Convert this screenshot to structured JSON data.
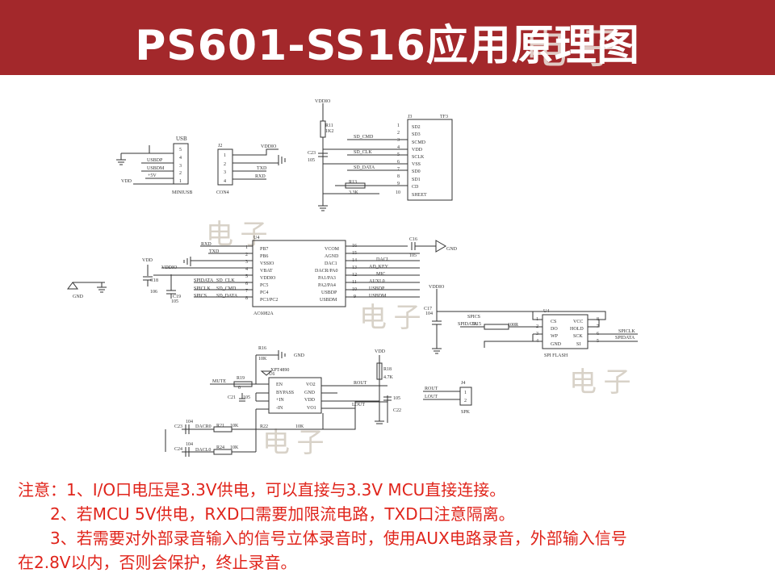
{
  "title": "PS601-SS16应用原理图",
  "watermark": {
    "top": "电 子",
    "mid1": "电 子",
    "mid2": "电 子",
    "mid3": "电 子",
    "low": "电 子"
  },
  "notes": {
    "line1": "注意：1、I/O口电压是3.3V供电，可以直接与3.3V MCU直接连接。",
    "line2": "2、若MCU 5V供电，RXD口需要加限流电路，TXD口注意隔离。",
    "line3": "3、若需要对外部录音输入的信号立体录音时，使用AUX电路录音，外部输入信号",
    "line4": "在2.8V以内，否则会保护，终止录音。"
  },
  "usb": {
    "ref": "USB",
    "name": "MINIUSB",
    "pins": [
      "5",
      "4",
      "3",
      "2",
      "1"
    ],
    "nets": [
      "USBDP",
      "USBDM",
      "+5V"
    ],
    "vdd": "VDD"
  },
  "j2": {
    "ref": "J2",
    "name": "CON4",
    "pins": [
      "1",
      "2",
      "3",
      "4"
    ],
    "nets": [
      "VDDIO",
      "TXD",
      "RXD"
    ]
  },
  "tf": {
    "ref": "J3",
    "name": "TF3",
    "pins": [
      "1",
      "2",
      "3",
      "4",
      "5",
      "6",
      "7",
      "8",
      "9",
      "10"
    ],
    "labels": [
      "SD2",
      "SD3",
      "SCMD",
      "VDD",
      "SCLK",
      "VSS",
      "SD0",
      "SD1",
      "CD",
      "SHEET"
    ],
    "nets": [
      "VDDIO",
      "R11",
      "1K2",
      "C23",
      "105",
      "SD_CMD",
      "SD_CLK",
      "SD_DATA",
      "R13",
      "3.3K"
    ]
  },
  "u4": {
    "ref": "U4",
    "name": "AC6082A",
    "left_pins": [
      "1",
      "2",
      "3",
      "4",
      "5",
      "6",
      "7",
      "8"
    ],
    "left_labels": [
      "PB7",
      "PB6",
      "VSSIO",
      "VBAT",
      "VDDIO",
      "PC5",
      "PC4",
      "PC3/PC2"
    ],
    "right_pins": [
      "16",
      "15",
      "14",
      "13",
      "12",
      "11",
      "10",
      "9"
    ],
    "right_labels": [
      "VCOM",
      "AGND",
      "DAC1",
      "DACR/PA0",
      "PA1/PA3",
      "PA2/PA4",
      "USBDP",
      "USBDM"
    ],
    "left_nets": [
      "RXD",
      "TXD",
      "VDDIO",
      "VDD",
      "SPIDATA",
      "SPICLK",
      "SPICS",
      "SD_CLK",
      "SD_CMD",
      "SD_DATA",
      "C18",
      "106",
      "C19",
      "105"
    ],
    "right_nets": [
      "C16",
      "105",
      "GND",
      "DACL",
      "AD_KEY",
      "MIC",
      "AUXL0",
      "USBDP",
      "USBDM"
    ]
  },
  "flash": {
    "ref": "U4",
    "name": "SPI FLASH",
    "left": [
      "CS",
      "DO",
      "WP",
      "GND"
    ],
    "right": [
      "VCC",
      "HOLD",
      "SCK",
      "SI"
    ],
    "lpins": [
      "1",
      "2",
      "3",
      "4"
    ],
    "rpins": [
      "8",
      "7",
      "6",
      "5"
    ],
    "nets": [
      "VDDIO",
      "C17",
      "104",
      "SPICS",
      "SPIDATA",
      "R15",
      "100R",
      "SPICLK",
      "SPIDATA"
    ]
  },
  "amp": {
    "ref": "U6",
    "name": "XPT4890",
    "left": [
      "EN",
      "BYPASS",
      "+IN",
      "-IN"
    ],
    "right": [
      "VO2",
      "GND",
      "VDD",
      "VO1"
    ],
    "nets": [
      "R16",
      "10K",
      "GND",
      "MUTE",
      "R19",
      "0",
      "C21",
      "105",
      "VDD",
      "R18",
      "4.7K",
      "ROUT",
      "LOUT",
      "105",
      "C22",
      "C23",
      "104",
      "DACR0",
      "R21",
      "10K",
      "R22",
      "10K",
      "C24",
      "104",
      "DACL0",
      "R24",
      "10K"
    ]
  },
  "spk": {
    "ref": "J4",
    "name": "SPK",
    "pins": [
      "1",
      "2"
    ],
    "nets": [
      "ROUT",
      "LOUT"
    ]
  },
  "gnd": "GND"
}
